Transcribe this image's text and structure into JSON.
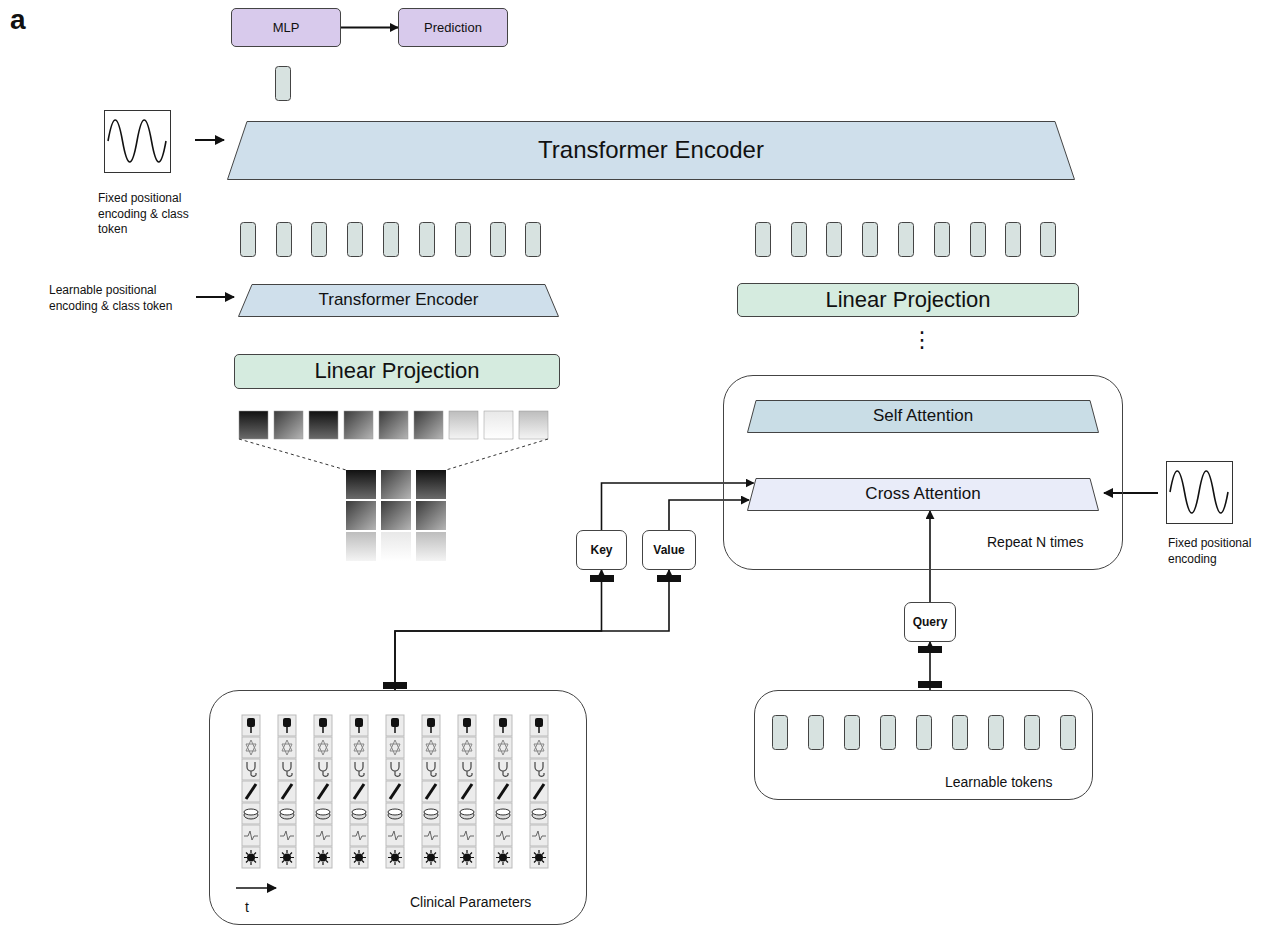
{
  "diagram": {
    "nodes": [
      {
        "text": [
          "MLP"
        ]
      },
      {
        "text": [
          "Prediction"
        ]
      },
      {
        "text": [
          "Transformer Encoder"
        ]
      },
      {
        "text": [
          "Transformer Encoder"
        ]
      },
      {
        "text": [
          "Linear Projection"
        ]
      },
      {
        "text": [
          "Linear Projection"
        ]
      },
      {
        "text": [
          "Repeat N times"
        ]
      },
      {
        "text": [
          "Self Attention"
        ],
        "in": 6
      },
      {
        "text": [
          "Cross Attention"
        ],
        "in": 6
      },
      {
        "text": [
          "Key"
        ]
      },
      {
        "text": [
          "Value"
        ]
      },
      {
        "text": [
          "Query"
        ]
      },
      {
        "text": [
          "Clinical Parameters"
        ]
      },
      {
        "text": [
          "Learnable tokens"
        ]
      }
    ],
    "edges": [
      {
        "from": 0,
        "to": 1,
        "arrow": "to"
      },
      {
        "from": 9,
        "to": 8,
        "arrow": "to"
      },
      {
        "from": 10,
        "to": 8,
        "arrow": "to"
      },
      {
        "from": 11,
        "to": 8,
        "arrow": "to"
      },
      {
        "from": 12,
        "to": 9,
        "arrow": "to"
      },
      {
        "from": 12,
        "to": 10,
        "arrow": "to"
      },
      {
        "from": 13,
        "to": 11,
        "arrow": "to"
      }
    ],
    "labels": [
      "a",
      "Fixed positional encoding & class token",
      "Learnable positional encoding & class token",
      "⋮",
      "Fixed positional encoding",
      "t"
    ]
  }
}
